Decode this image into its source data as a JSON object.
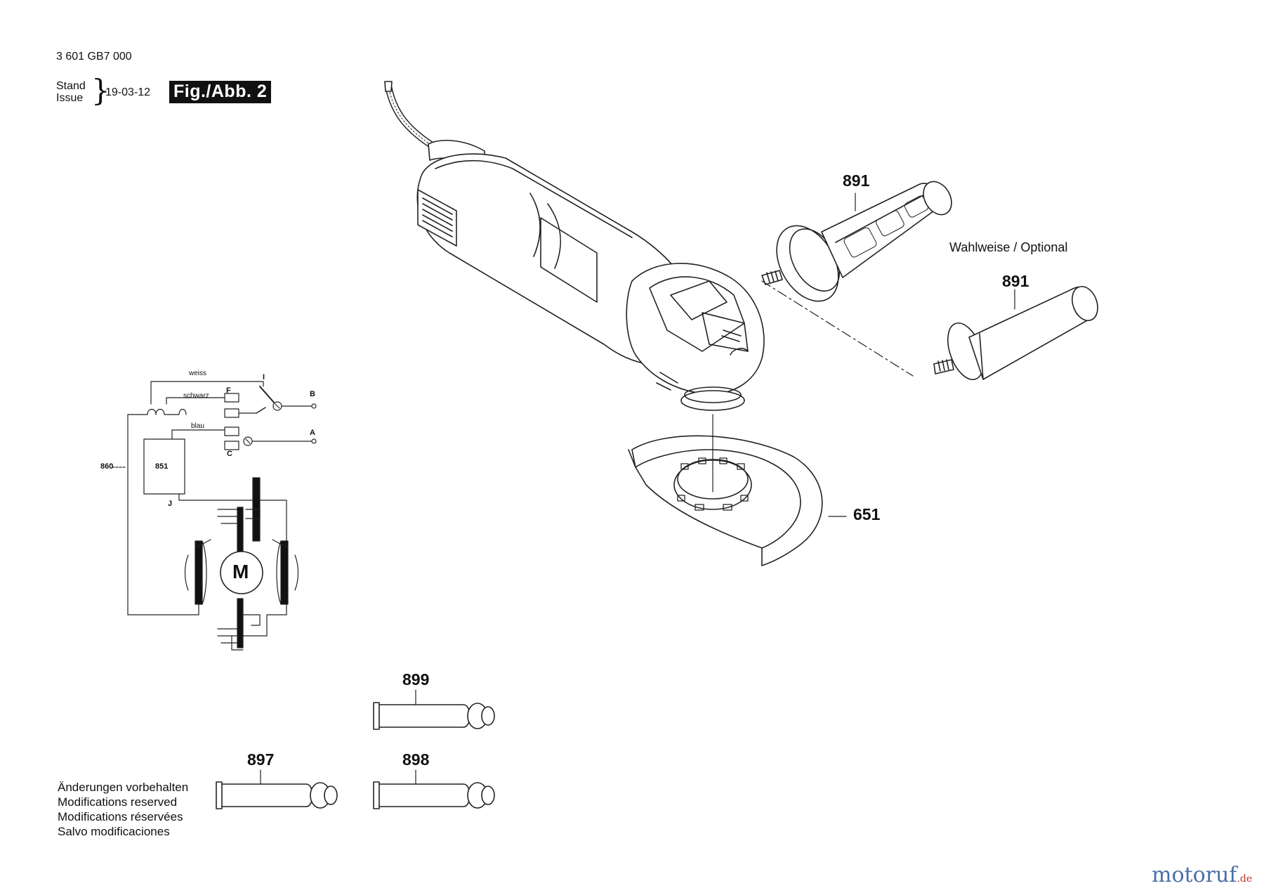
{
  "header": {
    "part_number": "3 601 GB7 000",
    "stand_label": "Stand",
    "issue_label": "Issue",
    "brace": "}",
    "date": "19-03-12",
    "figure_label": "Fig./Abb. 2"
  },
  "callouts": {
    "handle_top": "891",
    "handle_optional": "891",
    "guard": "651",
    "brush_899": "899",
    "brush_897": "897",
    "brush_898": "898"
  },
  "optional_label": "Wahlweise / Optional",
  "wiring": {
    "wire_weiss": "weiss",
    "wire_schwarz": "schwarz",
    "wire_blau": "blau",
    "label_I": "I",
    "label_F": "F",
    "label_B": "B",
    "label_A": "A",
    "label_C": "C",
    "label_J": "J",
    "label_860": "860",
    "box_851": "851",
    "motor": "M"
  },
  "notes": [
    "Änderungen vorbehalten",
    "Modifications reserved",
    "Modifications réservées",
    "Salvo modificaciones"
  ],
  "watermark": {
    "brand": "motoruf",
    "tld": ".de"
  }
}
